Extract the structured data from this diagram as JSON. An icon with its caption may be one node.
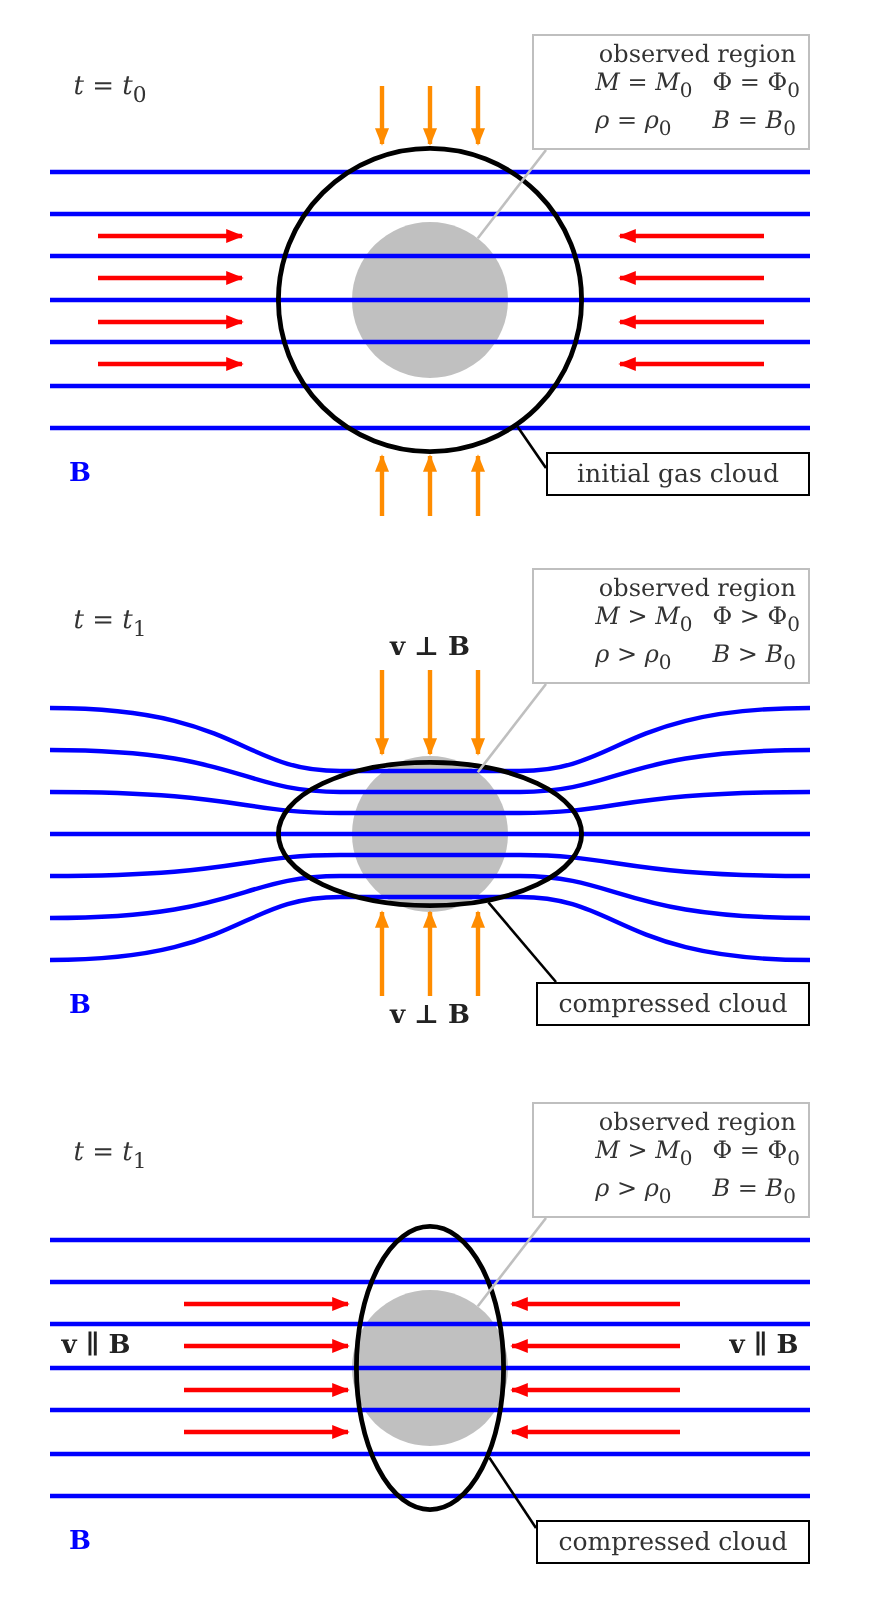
{
  "diagram": {
    "nodes": [
      {
        "text": [
          "observed region",
          "*M* = *M*$_{0}$",
          "Φ = Φ$_{0}$",
          "*ρ* = *ρ*$_{0}$",
          "*B* = *B*$_{0}$"
        ]
      },
      {
        "text": [],
        "shape": "circle"
      },
      {
        "text": [],
        "shape": "circle",
        "in": 1
      },
      {
        "text": [
          "initial gas cloud"
        ]
      },
      {
        "text": [
          "observed region",
          "*M* > *M*$_{0}$",
          "Φ > Φ$_{0}$",
          "*ρ* > *ρ*$_{0}$",
          "*B* > *B*$_{0}$"
        ]
      },
      {
        "text": [],
        "shape": "ellipse"
      },
      {
        "text": [],
        "shape": "circle"
      },
      {
        "text": [
          "compressed cloud"
        ]
      },
      {
        "text": [
          "observed region",
          "*M* > *M*$_{0}$",
          "Φ = Φ$_{0}$",
          "*ρ* > *ρ*$_{0}$",
          "*B* = *B*$_{0}$"
        ]
      },
      {
        "text": [],
        "shape": "ellipse"
      },
      {
        "text": [],
        "shape": "circle",
        "in": 9
      },
      {
        "text": [
          "compressed cloud"
        ]
      }
    ],
    "edges": [
      {
        "from": 0,
        "to": 2,
        "arrow": "none",
        "color": "#bfbfbf"
      },
      {
        "from": 3,
        "to": 1,
        "arrow": "none",
        "color": "#000000"
      },
      {
        "from": 4,
        "to": 6,
        "arrow": "none",
        "color": "#bfbfbf"
      },
      {
        "from": 7,
        "to": 5,
        "arrow": "none",
        "color": "#000000"
      },
      {
        "from": 8,
        "to": 10,
        "arrow": "none",
        "color": "#bfbfbf"
      },
      {
        "from": 11,
        "to": 9,
        "arrow": "none",
        "color": "#000000"
      }
    ],
    "labels": [
      "*t* = *t*$_{0}$",
      "B",
      "*t* = *t*$_{1}$",
      "v ⊥ B",
      "v ⊥ B",
      "B",
      "*t* = *t*$_{1}$",
      "v ∥ B",
      "v ∥ B",
      "B"
    ]
  }
}
